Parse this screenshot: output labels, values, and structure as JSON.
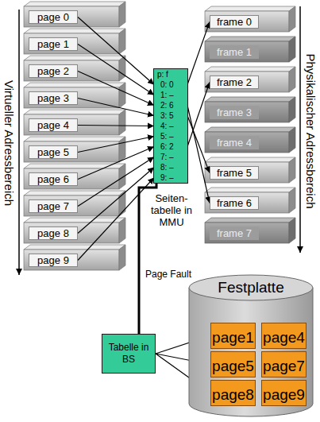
{
  "diagram": {
    "nodes": [
      {
        "text": [
          "page 0"
        ]
      },
      {
        "text": [
          "page 1"
        ]
      },
      {
        "text": [
          "page 2"
        ]
      },
      {
        "text": [
          "page 3"
        ]
      },
      {
        "text": [
          "page 4"
        ]
      },
      {
        "text": [
          "page 5"
        ]
      },
      {
        "text": [
          "page 6"
        ]
      },
      {
        "text": [
          "page 7"
        ]
      },
      {
        "text": [
          "page 8"
        ]
      },
      {
        "text": [
          "page 9"
        ]
      },
      {
        "text": [
          "p: f",
          "Seiten- tabelle in MMU"
        ]
      },
      {
        "text": [
          "0: 0"
        ],
        "in": 10
      },
      {
        "text": [
          "1: –"
        ],
        "in": 10
      },
      {
        "text": [
          "2: 6"
        ],
        "in": 10
      },
      {
        "text": [
          "3: 5"
        ],
        "in": 10
      },
      {
        "text": [
          "4: –"
        ],
        "in": 10
      },
      {
        "text": [
          "5: –"
        ],
        "in": 10
      },
      {
        "text": [
          "6: 2"
        ],
        "in": 10
      },
      {
        "text": [
          "7: –"
        ],
        "in": 10
      },
      {
        "text": [
          "8: –"
        ],
        "in": 10
      },
      {
        "text": [
          "9: –"
        ],
        "in": 10
      },
      {
        "text": [
          "frame 0"
        ]
      },
      {
        "text": [
          "frame 1"
        ]
      },
      {
        "text": [
          "frame 2"
        ]
      },
      {
        "text": [
          "frame 3"
        ]
      },
      {
        "text": [
          "frame 4"
        ]
      },
      {
        "text": [
          "frame 5"
        ]
      },
      {
        "text": [
          "frame 6"
        ]
      },
      {
        "text": [
          "frame 7"
        ]
      },
      {
        "text": [
          "Tabelle in BS"
        ]
      },
      {
        "text": [
          "Festplatte"
        ]
      },
      {
        "text": [
          "page1"
        ],
        "in": 30
      },
      {
        "text": [
          "page4"
        ],
        "in": 30
      },
      {
        "text": [
          "page5"
        ],
        "in": 30
      },
      {
        "text": [
          "page7"
        ],
        "in": 30
      },
      {
        "text": [
          "page8"
        ],
        "in": 30
      },
      {
        "text": [
          "page9"
        ],
        "in": 30
      }
    ],
    "edges": [
      {
        "from": 0,
        "to": 11,
        "arrow": "to"
      },
      {
        "from": 1,
        "to": 12,
        "arrow": "to"
      },
      {
        "from": 2,
        "to": 13,
        "arrow": "to"
      },
      {
        "from": 3,
        "to": 14,
        "arrow": "to"
      },
      {
        "from": 4,
        "to": 15,
        "arrow": "to"
      },
      {
        "from": 5,
        "to": 16,
        "arrow": "to"
      },
      {
        "from": 6,
        "to": 17,
        "arrow": "to"
      },
      {
        "from": 7,
        "to": 18,
        "arrow": "to"
      },
      {
        "from": 8,
        "to": 19,
        "arrow": "to"
      },
      {
        "from": 9,
        "to": 20,
        "arrow": "to"
      },
      {
        "from": 11,
        "to": 21,
        "arrow": "to"
      },
      {
        "from": 13,
        "to": 27,
        "arrow": "to"
      },
      {
        "from": 14,
        "to": 26,
        "arrow": "to"
      },
      {
        "from": 17,
        "to": 23,
        "arrow": "to"
      },
      {
        "from": 10,
        "to": 29,
        "label": "Page Fault",
        "arrow": "none"
      },
      {
        "from": 29,
        "to": 31,
        "arrow": "to"
      },
      {
        "from": 29,
        "to": 33,
        "arrow": "to"
      },
      {
        "from": 29,
        "to": 35,
        "arrow": "to"
      },
      {
        "from": 31,
        "to": 32,
        "arrow": "to"
      },
      {
        "from": 33,
        "to": 34,
        "arrow": "to"
      },
      {
        "from": 35,
        "to": 36,
        "arrow": "to"
      }
    ],
    "labels": [
      "Virtueller Adressbereich",
      "Physikalischer Adressbereich"
    ]
  }
}
